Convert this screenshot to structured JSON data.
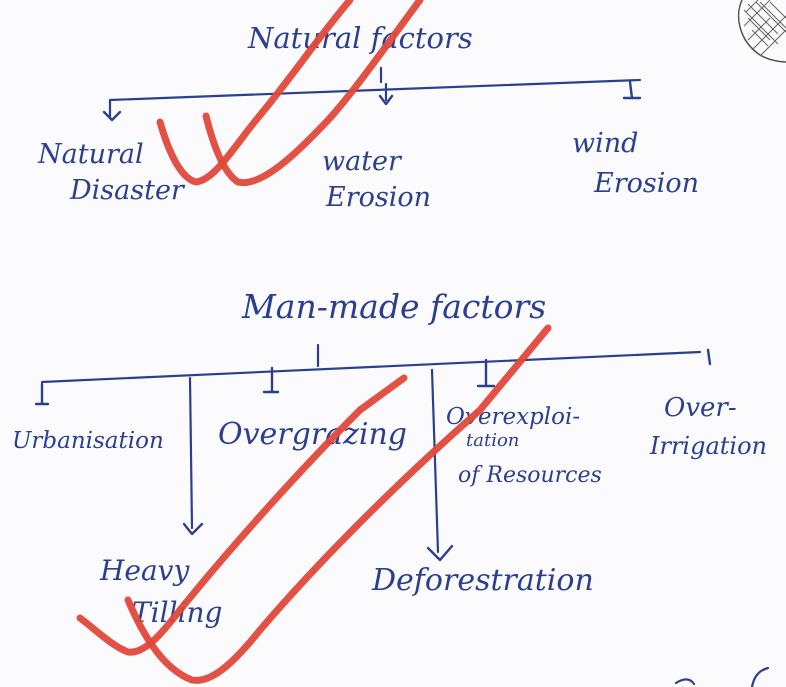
{
  "natural": {
    "title": "Natural factors",
    "children": [
      {
        "line1": "Natural",
        "line2": "Disaster"
      },
      {
        "line1": "water",
        "line2": "Erosion"
      },
      {
        "line1": "wind",
        "line2": "Erosion"
      }
    ]
  },
  "manmade": {
    "title": "Man-made factors",
    "children": [
      {
        "line1": "Urbanisation"
      },
      {
        "line1": "Overgrazing"
      },
      {
        "line1": "Overexploi-",
        "line2": "tation",
        "line3": "of Resources"
      },
      {
        "line1": "Over-",
        "line2": "Irrigation"
      }
    ],
    "sub_children": [
      {
        "line1": "Heavy",
        "line2": "Tilling"
      },
      {
        "line1": "Deforestration"
      }
    ]
  },
  "colors": {
    "ink": "#2b3f8e",
    "mark": "#e0483a",
    "paper": "#fbfbfd"
  }
}
